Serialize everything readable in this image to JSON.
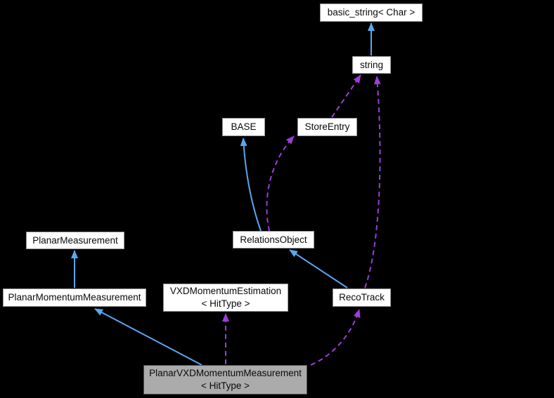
{
  "diagram": {
    "type": "doxygen-collaboration-graph",
    "colors": {
      "canvas_background": "#000000",
      "inheritance": "#5aa7f0",
      "usage": "#9d3ddb",
      "node_fill": "#ffffff",
      "node_border": "#969696",
      "focus_fill": "#ababab",
      "focus_border": "#4f4f4f",
      "text": "#0a0a0a"
    },
    "nodes": [
      {
        "id": "basic_string",
        "label": "basic_string< Char >"
      },
      {
        "id": "string",
        "label": "string"
      },
      {
        "id": "BASE",
        "label": "BASE"
      },
      {
        "id": "StoreEntry",
        "label": "StoreEntry"
      },
      {
        "id": "RelationsObject",
        "label": "RelationsObject"
      },
      {
        "id": "PlanarMeasurement",
        "label": "PlanarMeasurement"
      },
      {
        "id": "PlanarMomentumMeasurement",
        "label": "PlanarMomentumMeasurement"
      },
      {
        "id": "VXDMomentumEstimation",
        "label": "VXDMomentumEstimation\n< HitType >"
      },
      {
        "id": "RecoTrack",
        "label": "RecoTrack"
      },
      {
        "id": "PlanarVXDMomentumMeasurement",
        "label": "PlanarVXDMomentumMeasurement\n< HitType >",
        "focus": true
      }
    ],
    "edges": [
      {
        "from": "string",
        "to": "basic_string",
        "relation": "public-inheritance",
        "line": "solid-blue"
      },
      {
        "from": "RelationsObject",
        "to": "BASE",
        "relation": "public-inheritance",
        "line": "solid-blue"
      },
      {
        "from": "RecoTrack",
        "to": "RelationsObject",
        "relation": "public-inheritance",
        "line": "solid-blue"
      },
      {
        "from": "PlanarMomentumMeasurement",
        "to": "PlanarMeasurement",
        "relation": "public-inheritance",
        "line": "solid-blue"
      },
      {
        "from": "PlanarVXDMomentumMeasurement",
        "to": "PlanarMomentumMeasurement",
        "relation": "public-inheritance",
        "line": "solid-blue"
      },
      {
        "from": "StoreEntry",
        "to": "string",
        "relation": "usage",
        "line": "dashed-purple"
      },
      {
        "from": "RecoTrack",
        "to": "string",
        "relation": "usage",
        "line": "dashed-purple"
      },
      {
        "from": "RelationsObject",
        "to": "StoreEntry",
        "relation": "usage",
        "line": "dashed-purple"
      },
      {
        "from": "PlanarVXDMomentumMeasurement",
        "to": "VXDMomentumEstimation",
        "relation": "usage",
        "line": "dashed-purple"
      },
      {
        "from": "PlanarVXDMomentumMeasurement",
        "to": "RecoTrack",
        "relation": "usage",
        "line": "dashed-purple"
      }
    ]
  }
}
